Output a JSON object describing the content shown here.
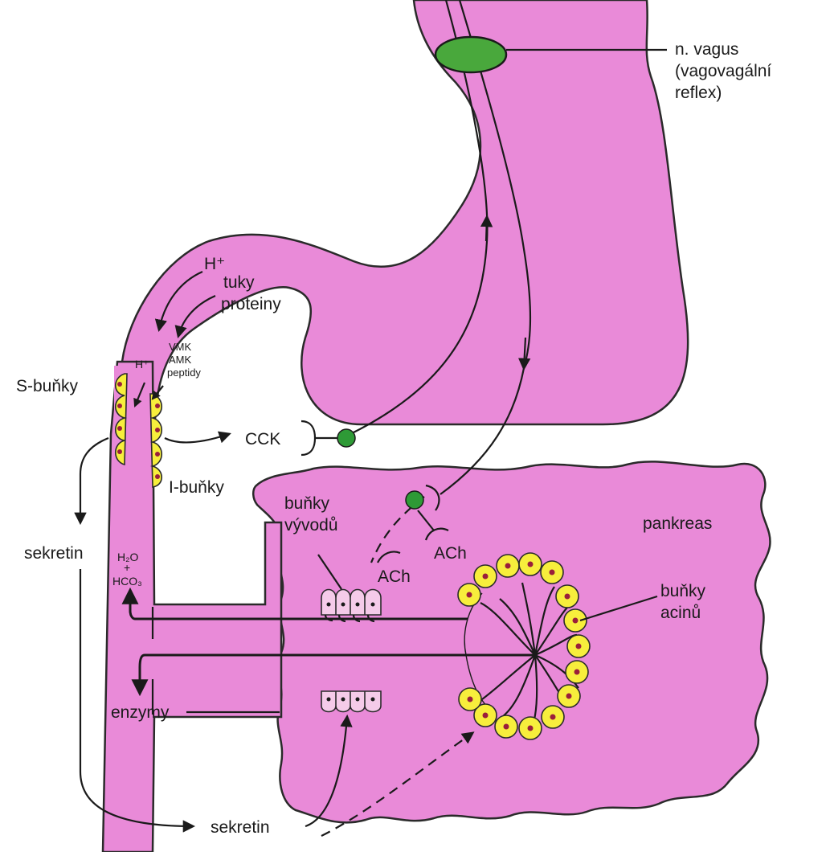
{
  "labels": {
    "n_vagus": "n. vagus",
    "vagovagal": "(vagovagální",
    "reflex": "reflex)",
    "h_plus_top": "H⁺",
    "tuky": "tuky",
    "proteiny": "proteiny",
    "h_plus_lower": "H⁺",
    "vmk": "VMK",
    "amk": "AMK",
    "peptidy": "peptidy",
    "s_bunky": "S-buňky",
    "cck": "CCK",
    "i_bunky": "I-buňky",
    "bunky_vyvodu_1": "buňky",
    "bunky_vyvodu_2": "vývodů",
    "pankreas": "pankreas",
    "sekretin_left": "sekretin",
    "h2o": "H₂O",
    "plus": "+",
    "hco3": "HCO₃",
    "ach_upper": "ACh",
    "ach_lower": "ACh",
    "bunky_acinu_1": "buňky",
    "bunky_acinu_2": "acinů",
    "enzymy": "enzymy",
    "sekretin_bottom": "sekretin"
  },
  "colors": {
    "organ": "#e98ad8",
    "cells": "#f7ee3c",
    "nucleus": "#9a1f3a",
    "ganglion": "#49a83c",
    "synapse": "#2e9a36"
  }
}
